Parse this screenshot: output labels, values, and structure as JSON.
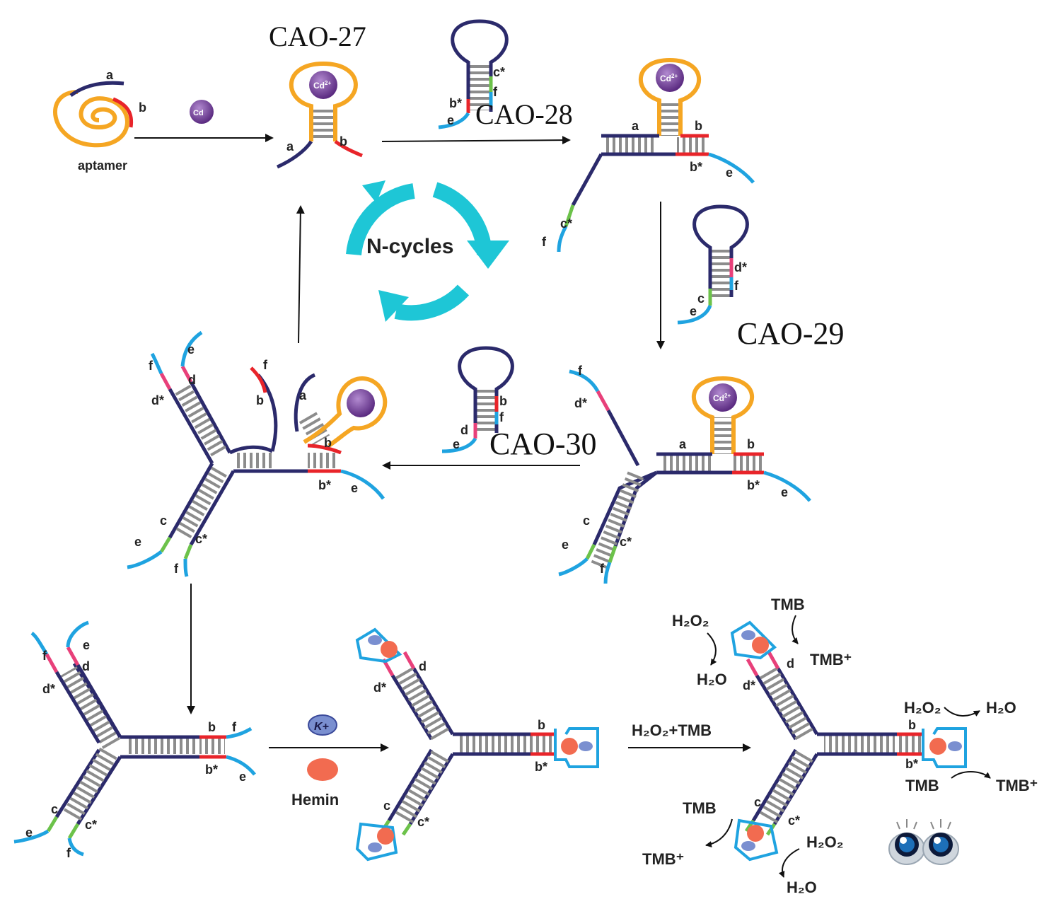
{
  "title_labels": {
    "cao27": "CAO-27",
    "cao28": "CAO-28",
    "cao29": "CAO-29",
    "cao30": "CAO-30"
  },
  "cycle_label": "N-cycles",
  "aptamer_label": "aptamer",
  "metal_label": "Cd",
  "metal_charge": "2+",
  "domains": {
    "a": "a",
    "b": "b",
    "b_star": "b*",
    "c": "c",
    "c_star": "c*",
    "d": "d",
    "d_star": "d*",
    "e": "e",
    "f": "f"
  },
  "reagents": {
    "potassium": "K+",
    "hemin": "Hemin",
    "h2o2_tmb": "H₂O₂+TMB",
    "h2o2": "H₂O₂",
    "h2o": "H₂O",
    "tmb": "TMB",
    "tmb_plus": "TMB⁺"
  },
  "colors": {
    "strand_dark": "#2b2a6b",
    "orange": "#f5a623",
    "red": "#e8242a",
    "blue": "#1fa3e0",
    "green": "#6cc24a",
    "pink": "#e8407a",
    "cycle": "#1ec6d6",
    "cd_ball": "#6b3a8e",
    "hemin": "#f26b50",
    "rung": "#8c8c8c"
  }
}
